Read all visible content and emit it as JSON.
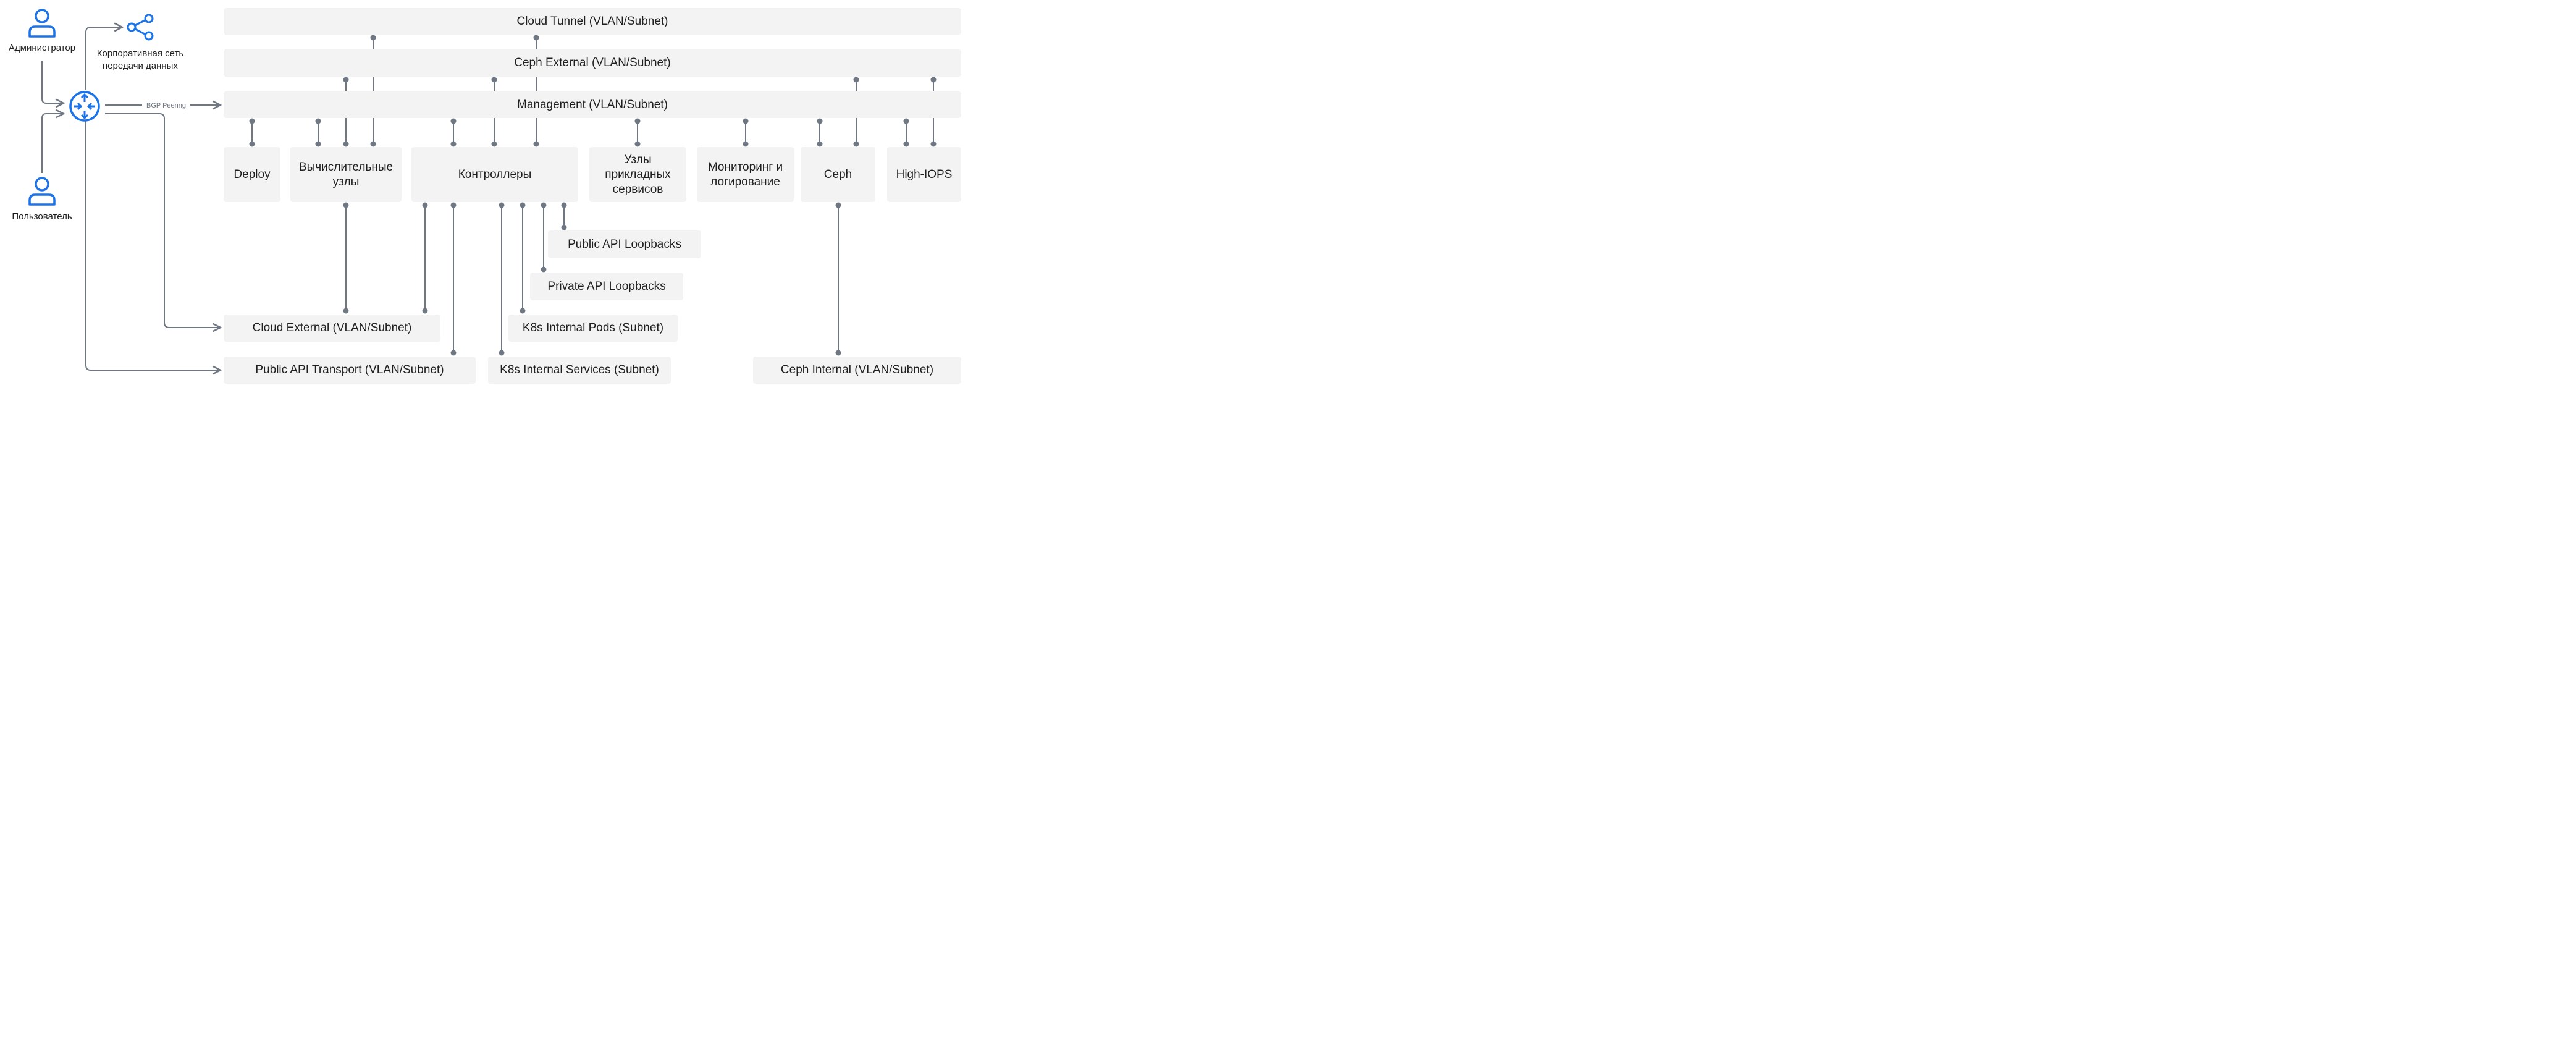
{
  "actors": {
    "admin": {
      "label": "Администратор",
      "icon": "user-icon"
    },
    "user": {
      "label": "Пользователь",
      "icon": "user-icon"
    },
    "corporate_network": {
      "label_line1": "Корпоративная сеть",
      "label_line2": "передачи данных",
      "icon": "network-share-icon"
    },
    "router": {
      "icon": "router-icon"
    }
  },
  "edges": {
    "bgp_label": "BGP Peering"
  },
  "networks": {
    "cloud_tunnel": "Cloud Tunnel (VLAN/Subnet)",
    "ceph_external": "Ceph External (VLAN/Subnet)",
    "management": "Management (VLAN/Subnet)",
    "public_api_loopbacks": "Public API Loopbacks",
    "private_api_loopbacks": "Private API Loopbacks",
    "k8s_internal_pods": "K8s Internal Pods (Subnet)",
    "cloud_external": "Cloud External (VLAN/Subnet)",
    "public_api_transport": "Public API Transport (VLAN/Subnet)",
    "k8s_internal_services": "K8s Internal Services (Subnet)",
    "ceph_internal": "Ceph Internal (VLAN/Subnet)"
  },
  "nodes": {
    "deploy": "Deploy",
    "compute": "Вычислительные узлы",
    "controllers": "Контроллеры",
    "app_services": "Узлы прикладных сервисов",
    "monitoring": "Мониторинг и логирование",
    "ceph": "Ceph",
    "high_iops": "High-IOPS"
  },
  "colors": {
    "accent": "#1a73e8",
    "wire": "#6f7782",
    "box": "#f3f3f4"
  }
}
